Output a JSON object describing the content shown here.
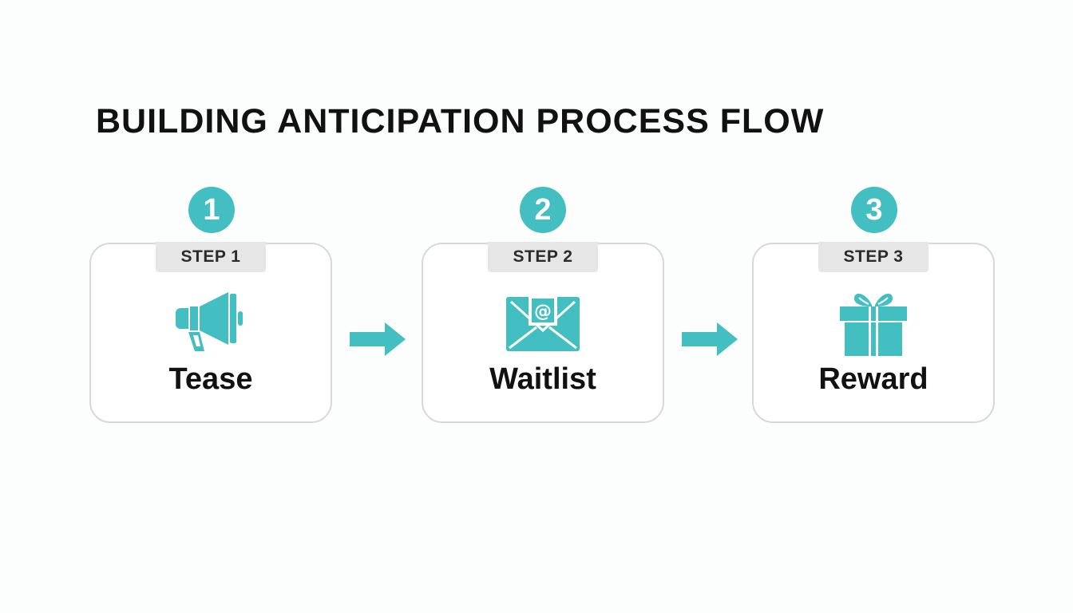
{
  "title": "BUILDING ANTICIPATION PROCESS FLOW",
  "accent_color": "#43bfc2",
  "steps": [
    {
      "number": "1",
      "tag": "STEP 1",
      "label": "Tease",
      "icon": "megaphone-icon"
    },
    {
      "number": "2",
      "tag": "STEP 2",
      "label": "Waitlist",
      "icon": "email-envelope-icon"
    },
    {
      "number": "3",
      "tag": "STEP 3",
      "label": "Reward",
      "icon": "gift-icon"
    }
  ]
}
